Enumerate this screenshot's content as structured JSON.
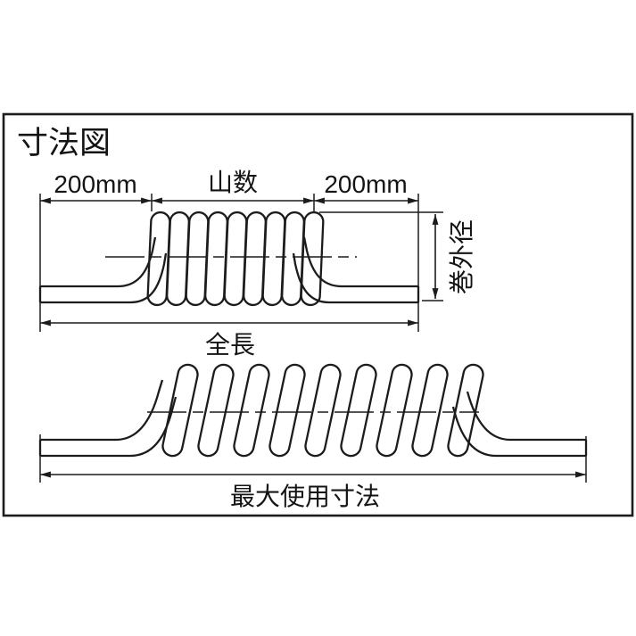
{
  "page": {
    "background_color": "#ffffff",
    "line_color": "#1c1c1c"
  },
  "diagram": {
    "title": "寸法図",
    "labels": {
      "left_lead": "200mm",
      "coil_count": "山数",
      "right_lead": "200mm",
      "coil_outer_diameter": "巻外径",
      "total_length": "全長",
      "max_usage_length": "最大使用寸法"
    }
  }
}
